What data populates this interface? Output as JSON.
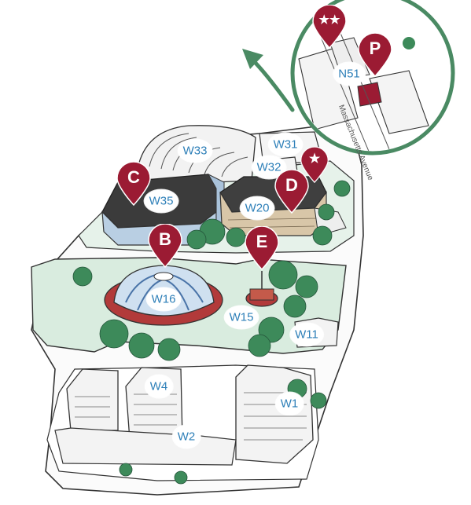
{
  "colors": {
    "accent": "#9b1b33",
    "label_text": "#2d7fb8",
    "lawn": "#d9ecdf",
    "lawn_border": "#333333",
    "tree": "#3d8a5a",
    "inset_ring": "#4a8a63",
    "roof_dark": "#3b3b3b",
    "facade_blue": "#b9cfe3",
    "facade_tan": "#d8c6a8",
    "dome_red": "#b23a3a"
  },
  "markers": [
    {
      "id": "C",
      "label": "C",
      "icon": "map-pin"
    },
    {
      "id": "B",
      "label": "B",
      "icon": "map-pin"
    },
    {
      "id": "D",
      "label": "D",
      "icon": "map-pin"
    },
    {
      "id": "E",
      "label": "E",
      "icon": "map-pin"
    },
    {
      "id": "star",
      "label": "★",
      "icon": "map-pin-star"
    },
    {
      "id": "P",
      "label": "P",
      "icon": "map-pin-parking"
    },
    {
      "id": "two-stars",
      "label": "★★",
      "icon": "map-pin-two-stars"
    }
  ],
  "buildings": [
    {
      "id": "W33",
      "label": "W33"
    },
    {
      "id": "W31",
      "label": "W31"
    },
    {
      "id": "W32",
      "label": "W32"
    },
    {
      "id": "W35",
      "label": "W35"
    },
    {
      "id": "W20",
      "label": "W20"
    },
    {
      "id": "W16",
      "label": "W16"
    },
    {
      "id": "W15",
      "label": "W15"
    },
    {
      "id": "W11",
      "label": "W11"
    },
    {
      "id": "W4",
      "label": "W4"
    },
    {
      "id": "W1",
      "label": "W1"
    },
    {
      "id": "W2",
      "label": "W2"
    },
    {
      "id": "N51",
      "label": "N51"
    }
  ],
  "inset": {
    "street_name": "Massachusetts Avenue",
    "arrow_icon": "curved-arrow-icon"
  }
}
